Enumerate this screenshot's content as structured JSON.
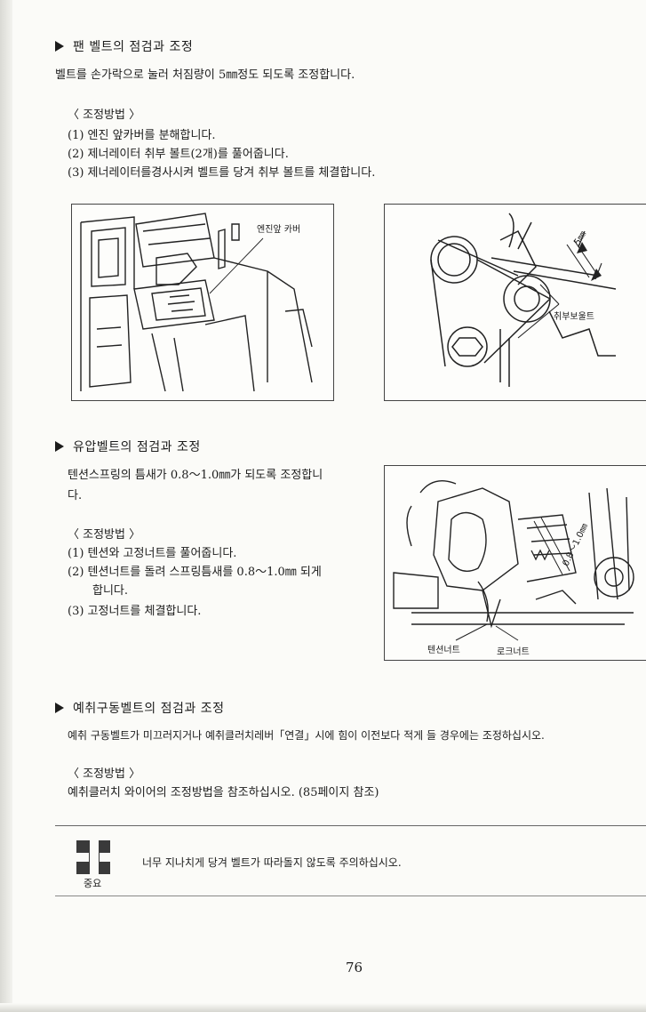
{
  "section1": {
    "heading": "팬 벨트의 점검과 조정",
    "desc": "벨트를 손가락으로 눌러 처짐량이 5㎜정도 되도록 조정합니다.",
    "method_title": "〈 조정방법 〉",
    "steps": [
      "(1) 엔진 앞카버를 분해합니다.",
      "(2) 제너레이터 취부 볼트(2개)를 풀어줍니다.",
      "(3) 제너레이터를경사시켜 벨트를 당겨 취부 볼트를 체결합니다."
    ],
    "fig1_label": "엔진앞 카버",
    "fig2_label": "취부보울트",
    "fig2_dim": "5㎜"
  },
  "section2": {
    "heading": "유압벨트의 점검과 조정",
    "desc_line1": "텐션스프링의 틈새가 0.8～1.0㎜가 되도록 조정합니",
    "desc_line2": "다.",
    "method_title": "〈 조정방법 〉",
    "step1": "(1) 텐션와 고정너트를 풀어줍니다.",
    "step2_line1": "(2) 텐션너트를 돌려 스프링틈새를 0.8～1.0㎜ 되게",
    "step2_line2": "합니다.",
    "step3": "(3) 고정너트를 체결합니다.",
    "fig_label_tension": "텐션너트",
    "fig_label_lock": "로크너트",
    "fig_dim": "0.8～1.0㎜"
  },
  "section3": {
    "heading": "예취구동벨트의 점검과 조정",
    "desc": "예취 구동벨트가 미끄러지거나 예취클러치레버「연결」시에 힘이 이전보다 적게 들 경우에는 조정하십시오.",
    "method_title": "〈 조정방법 〉",
    "method": "예취클러치 와이어의 조정방법을 참조하십시오. (85페이지 참조)"
  },
  "notice": {
    "badge": "중요",
    "text": "너무 지나치게 당겨 벨트가 따라돌지 않도록 주의하십시오."
  },
  "page_number": "76"
}
